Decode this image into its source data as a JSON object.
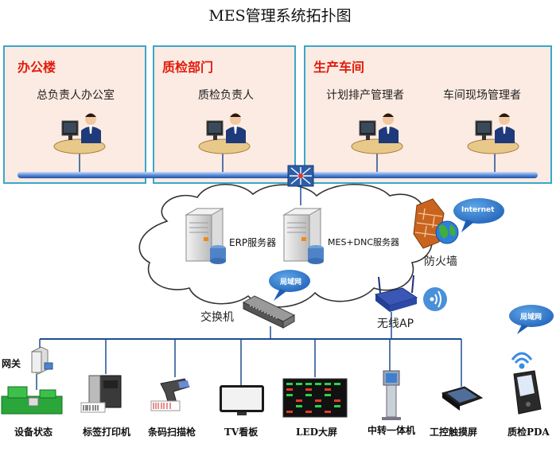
{
  "title": "MES管理系统拓扑图",
  "panels": [
    {
      "name": "办公楼",
      "roles": [
        "总负责人办公室"
      ]
    },
    {
      "name": "质检部门",
      "roles": [
        "质检负责人"
      ]
    },
    {
      "name": "生产车间",
      "roles": [
        "计划排产管理者",
        "车间现场管理者"
      ]
    }
  ],
  "servers": {
    "erp": "ERP服务器",
    "mes": "MES+DNC服务器"
  },
  "firewall": "防火墙",
  "internet": "Internet",
  "lan_bubbles": [
    "局域网",
    "局域网"
  ],
  "switch": "交换机",
  "wireless_ap": "无线AP",
  "gateway": "网关",
  "devices": [
    "设备状态",
    "标签打印机",
    "条码扫描枪",
    "TV看板",
    "LED大屏",
    "中转一体机",
    "工控触摸屏",
    "质检PDA"
  ],
  "colors": {
    "panel_bg": "#fcebe3",
    "panel_border": "#3aa7c9",
    "panel_title": "#e11b0b",
    "bus": "#5a8fd8",
    "line": "#1d4f91"
  }
}
